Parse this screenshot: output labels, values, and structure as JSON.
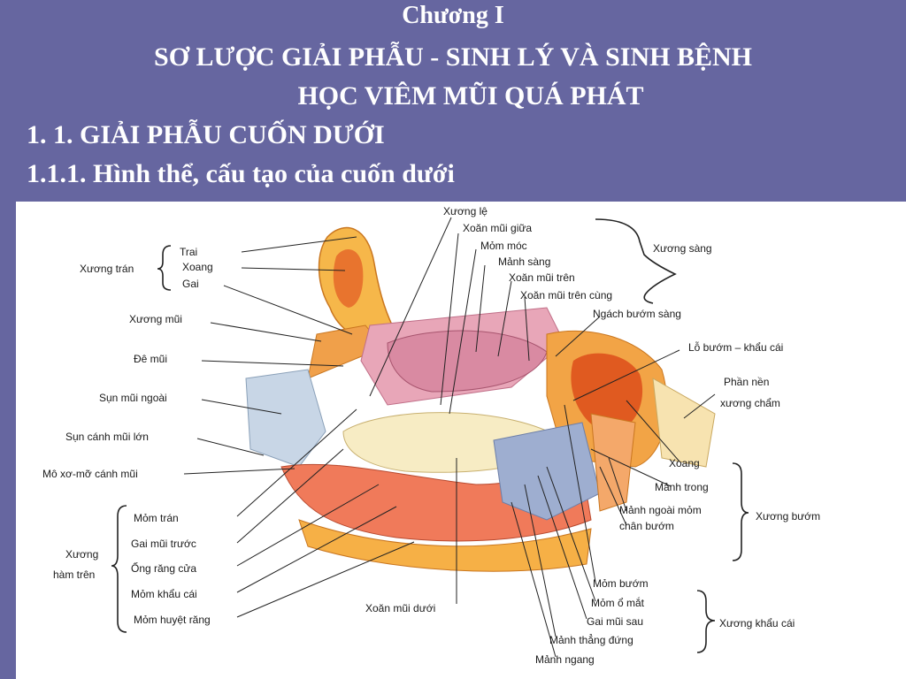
{
  "slide": {
    "chapter": "Chương I",
    "title_line1": "SƠ LƯỢC GIẢI PHẪU -  SINH LÝ VÀ SINH BỆNH",
    "title_line2": "HỌC VIÊM MŨI QUÁ PHÁT",
    "section": "1. 1.  GIẢI PHẪU CUỐN DƯỚI",
    "subsection": "1.1.1. Hình thể, cấu tạo của cuốn dưới"
  },
  "figure": {
    "labels": {
      "xuong_le": "Xương lệ",
      "xoan_mui_giua": "Xoăn mũi giữa",
      "mom_moc": "Mỏm móc",
      "manh_sang": "Mảnh sàng",
      "xoan_mui_tren": "Xoăn mũi trên",
      "xoan_mui_tren_cung": "Xoăn mũi trên cùng",
      "ngach_buom_sang": "Ngách bướm sàng",
      "xuong_sang": "Xương sàng",
      "lo_buom_khau_cai": "Lỗ bướm – khẩu cái",
      "phan_nen_1": "Phần nền",
      "phan_nen_2": "xương chẩm",
      "trai": "Trai",
      "xoang_tran": "Xoang",
      "gai_tran": "Gai",
      "xuong_tran": "Xương trán",
      "xuong_mui": "Xương mũi",
      "de_mui": "Đê mũi",
      "sun_mui_ngoai": "Sụn mũi ngoài",
      "sun_canh_mui_lon": "Sụn cánh mũi lớn",
      "mo_xo_mo": "Mô xơ-mỡ cánh mũi",
      "mom_tran": "Mỏm trán",
      "gai_mui_truoc": "Gai mũi trước",
      "ong_rang_cua": "Ống răng cửa",
      "mom_khau_cai": "Mỏm khẩu cái",
      "mom_huyet_rang": "Mỏm huyệt răng",
      "xuong_ham_tren_1": "Xương",
      "xuong_ham_tren_2": "hàm trên",
      "xoan_mui_duoi": "Xoăn mũi dưới",
      "xoang_buom": "Xoang",
      "manh_trong": "Mảnh trong",
      "manh_ngoai_mom_1": "Mảnh ngoài mỏm",
      "manh_ngoai_mom_2": "chân bướm",
      "xuong_buom": "Xương bướm",
      "mom_buom": "Mỏm bướm",
      "mom_o_mat": "Mỏm ổ mắt",
      "gai_mui_sau": "Gai mũi sau",
      "manh_thang_dung": "Mảnh thẳng đứng",
      "manh_ngang": "Mảnh ngang",
      "xuong_khau_cai": "Xương khẩu cái"
    }
  }
}
